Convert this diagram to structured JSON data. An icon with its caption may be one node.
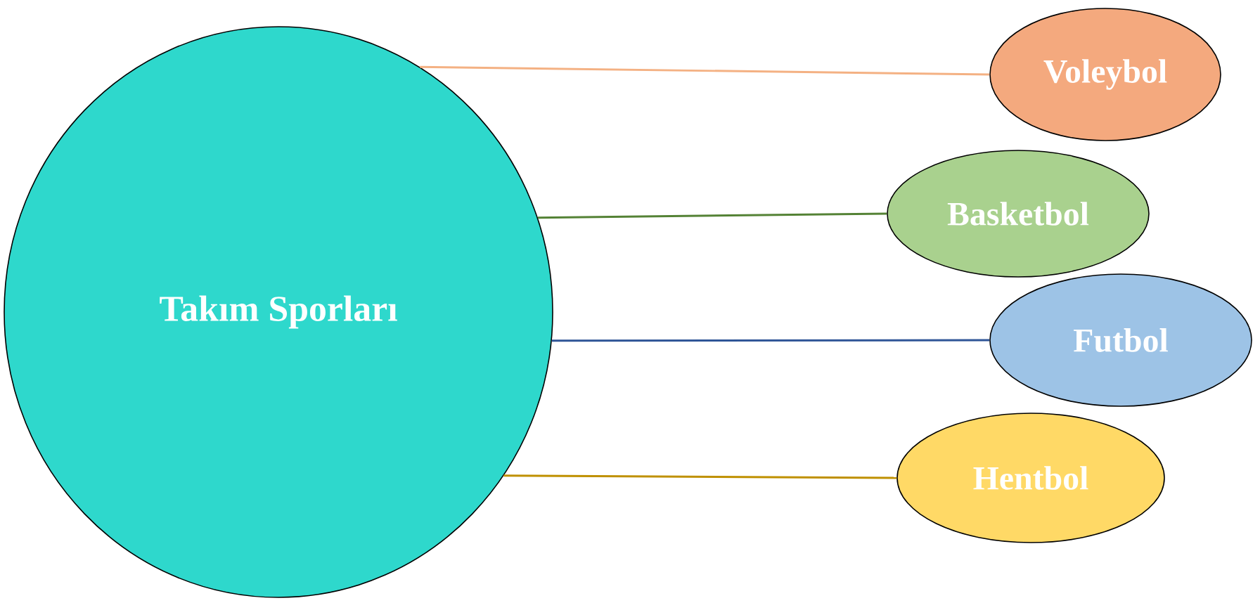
{
  "diagram": {
    "nodes": [
      {
        "text": [
          "Takım Sporları"
        ]
      },
      {
        "text": [
          "Voleybol"
        ]
      },
      {
        "text": [
          "Basketbol"
        ]
      },
      {
        "text": [
          "Futbol"
        ]
      },
      {
        "text": [
          "Hentbol"
        ]
      }
    ],
    "edges": [
      {
        "from": 0,
        "to": 1,
        "arrow": "none",
        "color": "#f4b183"
      },
      {
        "from": 0,
        "to": 2,
        "arrow": "none",
        "color": "#548235"
      },
      {
        "from": 0,
        "to": 3,
        "arrow": "none",
        "color": "#2f5597"
      },
      {
        "from": 0,
        "to": 4,
        "arrow": "none",
        "color": "#bf9000"
      }
    ]
  }
}
